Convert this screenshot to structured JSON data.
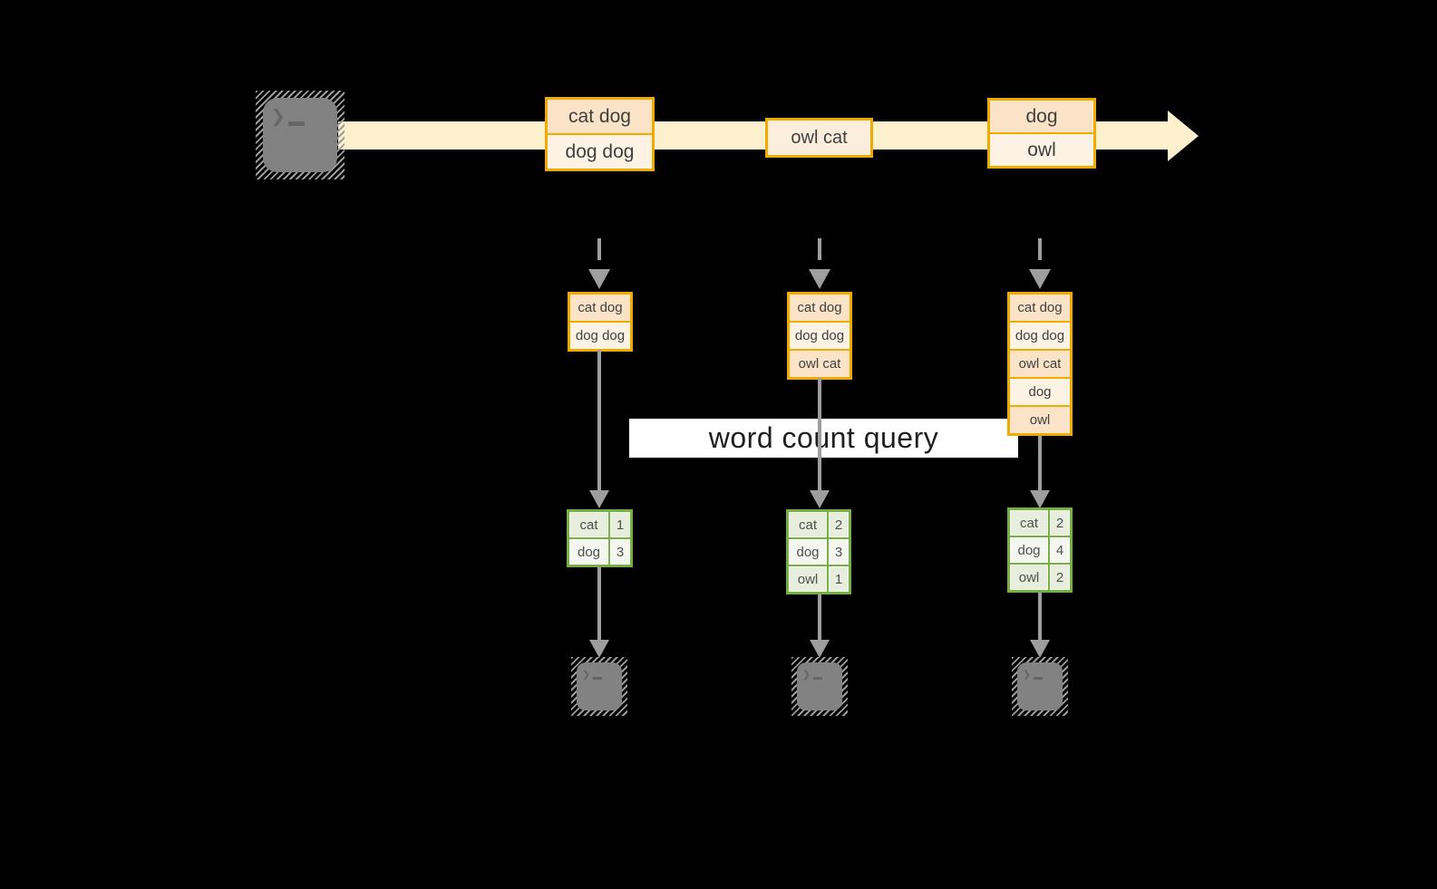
{
  "diagram": {
    "query_label": "word count query"
  },
  "stream": {
    "messages": [
      {
        "lines": [
          "cat dog",
          "dog dog"
        ]
      },
      {
        "lines": [
          "owl cat"
        ]
      },
      {
        "lines": [
          "dog",
          "owl"
        ]
      }
    ]
  },
  "columns": [
    {
      "buffer": [
        "cat dog",
        "dog dog"
      ],
      "counts": [
        {
          "word": "cat",
          "n": "1"
        },
        {
          "word": "dog",
          "n": "3"
        }
      ]
    },
    {
      "buffer": [
        "cat dog",
        "dog dog",
        "owl cat"
      ],
      "counts": [
        {
          "word": "cat",
          "n": "2"
        },
        {
          "word": "dog",
          "n": "3"
        },
        {
          "word": "owl",
          "n": "1"
        }
      ]
    },
    {
      "buffer": [
        "cat dog",
        "dog dog",
        "owl cat",
        "dog",
        "owl"
      ],
      "counts": [
        {
          "word": "cat",
          "n": "2"
        },
        {
          "word": "dog",
          "n": "4"
        },
        {
          "word": "owl",
          "n": "2"
        }
      ]
    }
  ],
  "icons": {
    "terminal_prompt": "❯"
  },
  "colors": {
    "band": "#fdf1cd",
    "amber_border": "#f0ab00",
    "peach_fill": "#fbe3c8",
    "cream_fill": "#fdf3e4",
    "green_border": "#76b043",
    "sage_fill": "#e7eedd",
    "sage_light_fill": "#f4f7f0",
    "arrow_gray": "#9e9e9e",
    "terminal_gray": "#828282"
  }
}
